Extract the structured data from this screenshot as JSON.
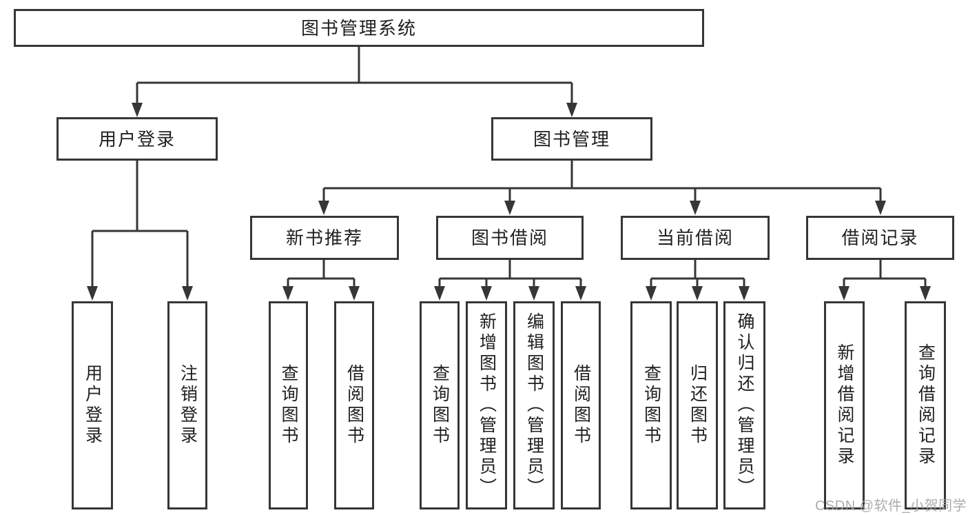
{
  "nodes": {
    "root": "图书管理系统",
    "user_login": "用户登录",
    "book_mgmt": "图书管理",
    "new_books": "新书推荐",
    "book_borrow": "图书借阅",
    "current_borrow": "当前借阅",
    "borrow_records": "借阅记录",
    "leaf_user_login": "用户登录",
    "leaf_logout": "注销登录",
    "leaf_nb_query": "查询图书",
    "leaf_nb_borrow": "借阅图书",
    "leaf_bb_query": "查询图书",
    "leaf_bb_add": "新增图书（管理员）",
    "leaf_bb_edit": "编辑图书（管理员）",
    "leaf_bb_borrow": "借阅图书",
    "leaf_cb_query": "查询图书",
    "leaf_cb_return": "归还图书",
    "leaf_cb_confirm": "确认归还（管理员）",
    "leaf_br_add": "新增借阅记录",
    "leaf_br_query": "查询借阅记录"
  },
  "watermark": "CSDN @软件_小贺同学",
  "colors": {
    "line": "#363636",
    "text": "#1f1f1f",
    "watermark": "#a4a4a4",
    "background": "#ffffff"
  }
}
